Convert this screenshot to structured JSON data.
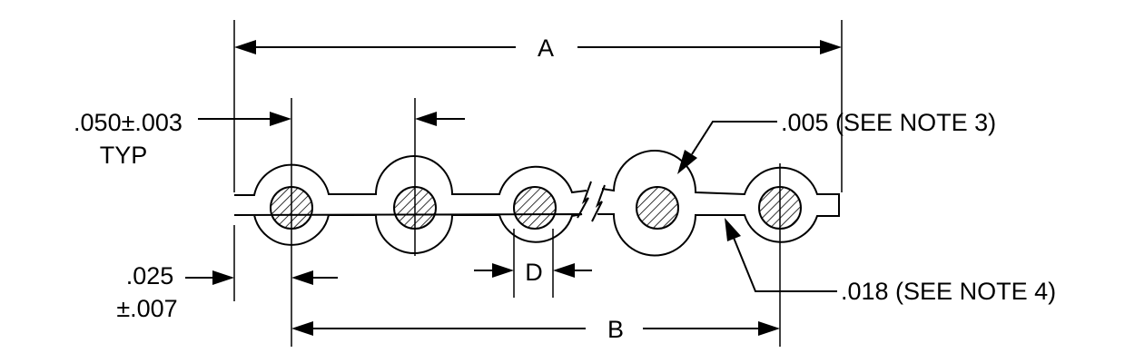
{
  "diagram": {
    "labels": {
      "overall_length": "A",
      "pitch_span": "B",
      "conductor_diameter": "D",
      "pitch_line1": ".050±.003",
      "pitch_line2": "TYP",
      "edge_line1": ".025",
      "edge_line2": "±.007",
      "insulation_note": ".005 (SEE NOTE 3)",
      "web_note": ".018 (SEE NOTE 4)"
    }
  }
}
